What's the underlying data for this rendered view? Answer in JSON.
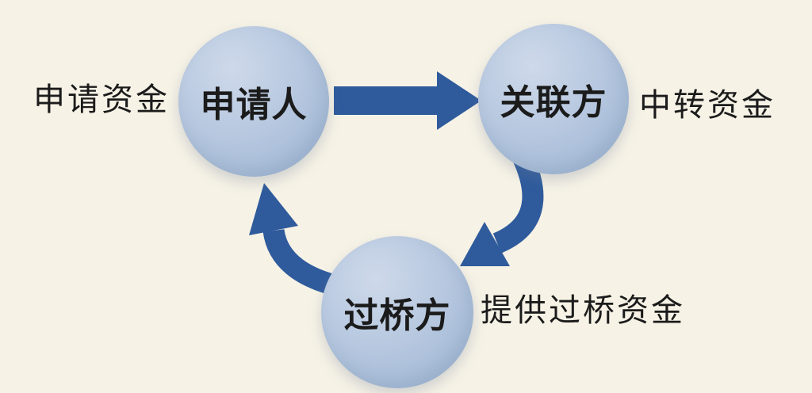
{
  "diagram": {
    "nodes": [
      {
        "id": "applicant",
        "label": "申请人",
        "annotation": "申请资金"
      },
      {
        "id": "related-party",
        "label": "关联方",
        "annotation": "中转资金"
      },
      {
        "id": "bridge-party",
        "label": "过桥方",
        "annotation": "提供过桥资金"
      }
    ],
    "arrows": [
      {
        "from": "applicant",
        "to": "related-party",
        "style": "straight"
      },
      {
        "from": "related-party",
        "to": "bridge-party",
        "style": "curved"
      },
      {
        "from": "bridge-party",
        "to": "applicant",
        "style": "curved"
      }
    ],
    "colors": {
      "background": "#f6f2e6",
      "circle_top": "#ced9ea",
      "circle_bottom": "#a7bcd8",
      "arrow": "#2f5b9c",
      "text": "#1b1b1b"
    }
  }
}
